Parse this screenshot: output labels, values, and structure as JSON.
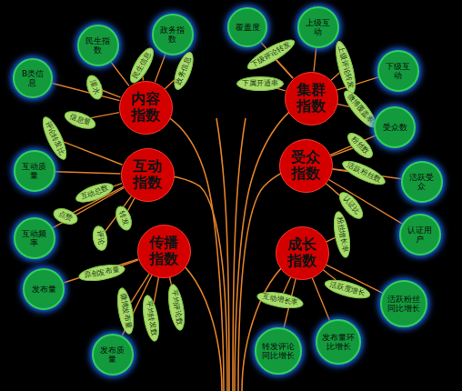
{
  "diagram": {
    "nodes": [
      {
        "text": [
          "内容指数"
        ]
      },
      {
        "text": [
          "民生指数"
        ]
      },
      {
        "text": [
          "政务指数"
        ]
      },
      {
        "text": [
          "B类信息"
        ]
      },
      {
        "text": [
          "民生信息"
        ]
      },
      {
        "text": [
          "政务信息"
        ]
      },
      {
        "text": [
          "灌水"
        ]
      },
      {
        "text": [
          "信息量"
        ]
      },
      {
        "text": [
          "集群指数"
        ]
      },
      {
        "text": [
          "覆盖度"
        ]
      },
      {
        "text": [
          "上级互动"
        ]
      },
      {
        "text": [
          "下级互动"
        ]
      },
      {
        "text": [
          "下级评论转发"
        ]
      },
      {
        "text": [
          "下属开通率"
        ]
      },
      {
        "text": [
          "上级评论转发"
        ]
      },
      {
        "text": [
          "微博覆盖率"
        ]
      },
      {
        "text": [
          "互动指数"
        ]
      },
      {
        "text": [
          "互动质量"
        ]
      },
      {
        "text": [
          "互动频率"
        ]
      },
      {
        "text": [
          "评论转发比"
        ]
      },
      {
        "text": [
          "互动总数"
        ]
      },
      {
        "text": [
          "点赞"
        ]
      },
      {
        "text": [
          "评论"
        ]
      },
      {
        "text": [
          "转发"
        ]
      },
      {
        "text": [
          "受众指数"
        ]
      },
      {
        "text": [
          "受众数"
        ]
      },
      {
        "text": [
          "活跃受众"
        ]
      },
      {
        "text": [
          "认证用户"
        ]
      },
      {
        "text": [
          "粉丝数"
        ]
      },
      {
        "text": [
          "活跃粉丝数"
        ]
      },
      {
        "text": [
          "认证比"
        ]
      },
      {
        "text": [
          "传播指数"
        ]
      },
      {
        "text": [
          "发布量"
        ]
      },
      {
        "text": [
          "发布质量"
        ]
      },
      {
        "text": [
          "原创发布量"
        ]
      },
      {
        "text": [
          "微博发布量"
        ]
      },
      {
        "text": [
          "平均转发数"
        ]
      },
      {
        "text": [
          "平均评论数"
        ]
      },
      {
        "text": [
          "成长指数"
        ]
      },
      {
        "text": [
          "转发评论同比增长"
        ]
      },
      {
        "text": [
          "发布量环比增长"
        ]
      },
      {
        "text": [
          "活跃粉丝同比增长"
        ]
      },
      {
        "text": [
          "互动增长率"
        ]
      },
      {
        "text": [
          "粉丝增长率"
        ]
      },
      {
        "text": [
          "活跃度增长"
        ]
      }
    ],
    "edges": [
      {
        "from": 0,
        "to": 1,
        "arrow": "none"
      },
      {
        "from": 0,
        "to": 2,
        "arrow": "none"
      },
      {
        "from": 0,
        "to": 3,
        "arrow": "none"
      },
      {
        "from": 0,
        "to": 4,
        "arrow": "none"
      },
      {
        "from": 0,
        "to": 5,
        "arrow": "none"
      },
      {
        "from": 0,
        "to": 6,
        "arrow": "none"
      },
      {
        "from": 0,
        "to": 7,
        "arrow": "none"
      },
      {
        "from": 8,
        "to": 9,
        "arrow": "none"
      },
      {
        "from": 8,
        "to": 10,
        "arrow": "none"
      },
      {
        "from": 8,
        "to": 11,
        "arrow": "none"
      },
      {
        "from": 8,
        "to": 12,
        "arrow": "none"
      },
      {
        "from": 8,
        "to": 13,
        "arrow": "none"
      },
      {
        "from": 8,
        "to": 14,
        "arrow": "none"
      },
      {
        "from": 8,
        "to": 15,
        "arrow": "none"
      },
      {
        "from": 16,
        "to": 17,
        "arrow": "none"
      },
      {
        "from": 16,
        "to": 18,
        "arrow": "none"
      },
      {
        "from": 16,
        "to": 19,
        "arrow": "none"
      },
      {
        "from": 16,
        "to": 20,
        "arrow": "none"
      },
      {
        "from": 16,
        "to": 21,
        "arrow": "none"
      },
      {
        "from": 16,
        "to": 22,
        "arrow": "none"
      },
      {
        "from": 16,
        "to": 23,
        "arrow": "none"
      },
      {
        "from": 24,
        "to": 25,
        "arrow": "none"
      },
      {
        "from": 24,
        "to": 26,
        "arrow": "none"
      },
      {
        "from": 24,
        "to": 27,
        "arrow": "none"
      },
      {
        "from": 24,
        "to": 28,
        "arrow": "none"
      },
      {
        "from": 24,
        "to": 29,
        "arrow": "none"
      },
      {
        "from": 24,
        "to": 30,
        "arrow": "none"
      },
      {
        "from": 31,
        "to": 32,
        "arrow": "none"
      },
      {
        "from": 31,
        "to": 33,
        "arrow": "none"
      },
      {
        "from": 31,
        "to": 34,
        "arrow": "none"
      },
      {
        "from": 31,
        "to": 35,
        "arrow": "none"
      },
      {
        "from": 31,
        "to": 36,
        "arrow": "none"
      },
      {
        "from": 31,
        "to": 37,
        "arrow": "none"
      },
      {
        "from": 38,
        "to": 39,
        "arrow": "none"
      },
      {
        "from": 38,
        "to": 40,
        "arrow": "none"
      },
      {
        "from": 38,
        "to": 41,
        "arrow": "none"
      },
      {
        "from": 38,
        "to": 42,
        "arrow": "none"
      },
      {
        "from": 38,
        "to": 43,
        "arrow": "none"
      },
      {
        "from": 38,
        "to": 44,
        "arrow": "none"
      }
    ]
  }
}
